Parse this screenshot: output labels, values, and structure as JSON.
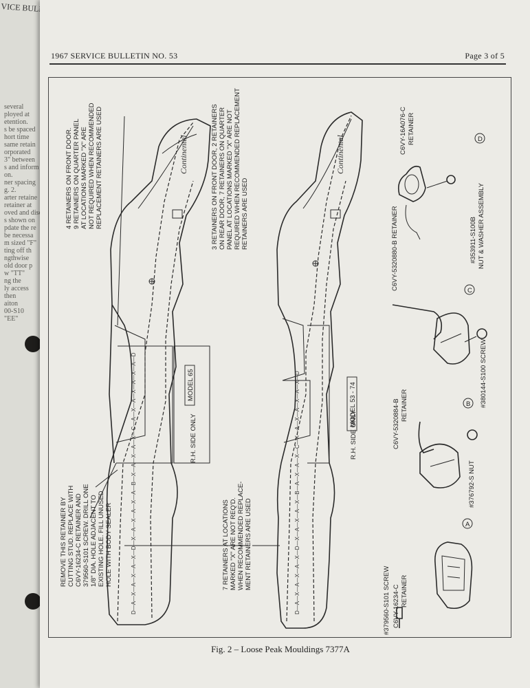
{
  "back_page": {
    "title": "VICE BULLETI",
    "text_lines": [
      "several",
      "ployed at",
      "etention.",
      "s be spaced",
      "hort time",
      "same retain",
      "orporated",
      "3\" between",
      "",
      "s and inform",
      "on.",
      "",
      "ner spacing",
      "g. 2.",
      "",
      "",
      "arter retaine",
      "retainer at",
      "oved and disc",
      "s shown on",
      "",
      "",
      "pdate the re",
      "be necessa",
      "m sized \"F\"",
      "ting off th",
      "ngthwise",
      "old door p",
      "w \"TT\"",
      "ng the",
      "ly access",
      "then",
      "aiton",
      "00-S10",
      "\"EE\""
    ]
  },
  "header": {
    "title": "1967 SERVICE BULLETIN NO. 53",
    "page": "Page 3 of 5"
  },
  "upper_car": {
    "model_label": "MODEL 65",
    "side_label": "R.H. SIDE ONLY",
    "brand_script": "Continental",
    "note_top": [
      "4 RETAINERS ON FRONT DOOR.",
      "9 RETAINERS ON QUARTER PANEL",
      "AT LOCATIONS MARKED \"X\" ARE",
      "NOT REQUIRED WHEN RECOMMENDED",
      "REPLACEMENT RETAINERS ARE USED"
    ],
    "note_bottom": [
      "REMOVE THIS RETAINER BY",
      "CUTTING STUD.  REPLACE WITH",
      "C6VY-16234-C RETAINER AND",
      "379560-S101 SCREW.  DRILL ONE",
      "1/8\" DIA. HOLE ADJACENT TO",
      "EXISTING HOLE.  FILL UNUSED",
      "HOLE WITH BODY SEALER"
    ],
    "code_string": "D—A—X—A—X—A—X—D—X—A—X—A—X—A—B—X—A—X—A—X—C—A—X—A—X—A—X—A—D"
  },
  "lower_car": {
    "model_label": "MODEL 53 - 74",
    "side_label": "R.H. SIDE ONLY",
    "brand_script": "Continental",
    "note_top": [
      "3 RETAINERS ON FRONT DOOR, 2 RETAINERS",
      "ON REAR DOOR, 7 RETAINERS ON QUARTER",
      "PANEL AT LOCATIONS MARKED \"X\" ARE NOT",
      "REQUIRED WHEN RECOMMENDED REPLACEMENT",
      "RETAINERS ARE USED"
    ],
    "note_bottom": [
      "7 RETAINERS AT LOCATIONS",
      "MARKED \"X\" ARE NOT REQ'D.",
      "WHEN RECOMMENDED REPLACE-",
      "MENT RETAINERS ARE USED"
    ],
    "code_string": "D—A—X—A—X—A—X—D—X—A—X—A—X—B—A—X—A—X—C—X—A—X—A—X—A—X—D"
  },
  "parts": {
    "A": {
      "letter": "A",
      "part": "C6VY-16234-C",
      "name": "RETAINER",
      "screw": "#379560-S101 SCREW"
    },
    "B": {
      "letter": "B",
      "part": "C6VY-5320884-B",
      "name": "RETAINER",
      "nut": "#376792-S NUT"
    },
    "C": {
      "letter": "C",
      "part": "C6VY-5320880-B RETAINER",
      "screw": "#380144-S100 SCREW"
    },
    "D": {
      "letter": "D",
      "part": "C6VY-16A076-C",
      "name": "RETAINER",
      "nut": "#353911-S100B",
      "nut2": "NUT & WASHER ASSEMBLY"
    }
  },
  "caption": "Fig. 2 – Loose Peak Mouldings 7377A",
  "colors": {
    "paper": "#ecebe6",
    "ink": "#222222",
    "background": "#2f2e2b"
  }
}
